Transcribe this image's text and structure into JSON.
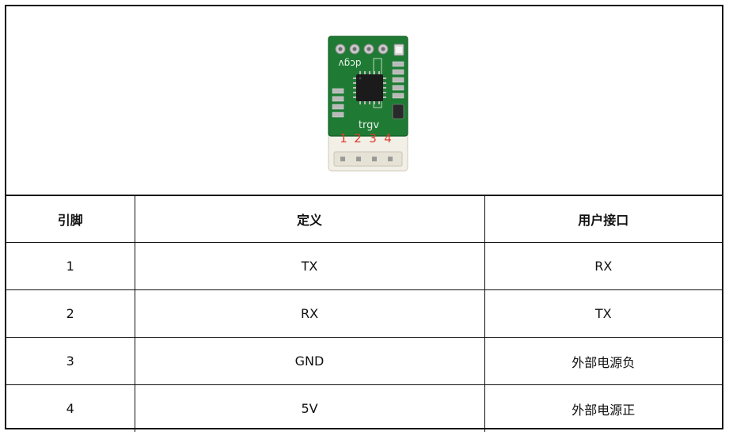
{
  "photo": {
    "silkscreen_top": "dcgv",
    "silkscreen_bottom": "trgv",
    "pin_markers": [
      "1",
      "2",
      "3",
      "4"
    ],
    "colors": {
      "pcb": "#1f7a33",
      "connector": "#f1efe6",
      "marker": "#e23b2e",
      "chip": "#1b1b1b"
    }
  },
  "table": {
    "headers": [
      "引脚",
      "定义",
      "用户接口"
    ],
    "rows": [
      [
        "1",
        "TX",
        "RX"
      ],
      [
        "2",
        "RX",
        "TX"
      ],
      [
        "3",
        "GND",
        "外部电源负"
      ],
      [
        "4",
        "5V",
        "外部电源正"
      ]
    ]
  }
}
